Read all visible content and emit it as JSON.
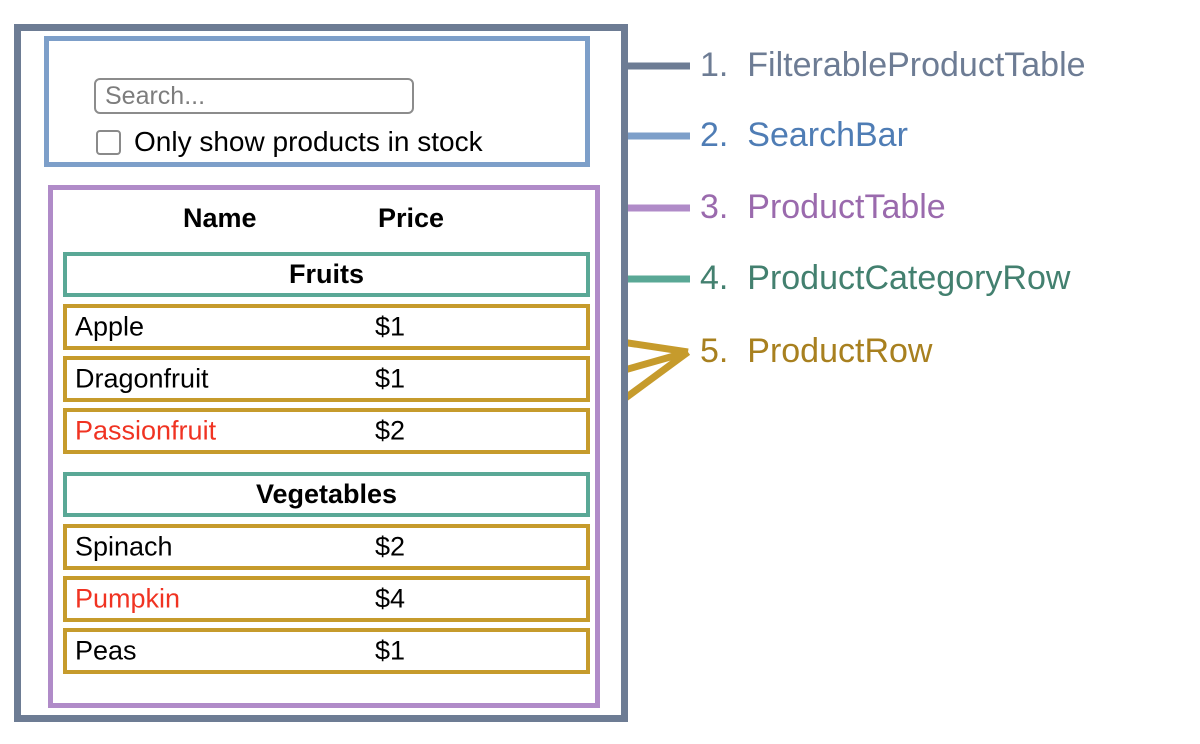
{
  "colors": {
    "outer": "#6d7c94",
    "search": "#7d9fc9",
    "table": "#b08bc8",
    "category": "#5aa896",
    "product": "#c69b2c",
    "out_of_stock_text": "#f03322",
    "text": "#000000",
    "placeholder": "#7d7d7d"
  },
  "search_bar": {
    "input_value": "",
    "input_placeholder": "Search...",
    "checkbox_label": "Only show products in stock",
    "checkbox_checked": false
  },
  "product_table": {
    "columns": [
      "Name",
      "Price"
    ],
    "sections": [
      {
        "category": "Fruits",
        "rows": [
          {
            "name": "Apple",
            "price": "$1",
            "in_stock": true
          },
          {
            "name": "Dragonfruit",
            "price": "$1",
            "in_stock": true
          },
          {
            "name": "Passionfruit",
            "price": "$2",
            "in_stock": false
          }
        ]
      },
      {
        "category": "Vegetables",
        "rows": [
          {
            "name": "Spinach",
            "price": "$2",
            "in_stock": true
          },
          {
            "name": "Pumpkin",
            "price": "$4",
            "in_stock": false
          },
          {
            "name": "Peas",
            "price": "$1",
            "in_stock": true
          }
        ]
      }
    ]
  },
  "legend": [
    {
      "number": "1.",
      "name": "FilterableProductTable",
      "color": "#6d7c94"
    },
    {
      "number": "2.",
      "name": "SearchBar",
      "color": "#7d9fc9"
    },
    {
      "number": "3.",
      "name": "ProductTable",
      "color": "#b08bc8"
    },
    {
      "number": "4.",
      "name": "ProductCategoryRow",
      "color": "#5aa896"
    },
    {
      "number": "5.",
      "name": "ProductRow",
      "color": "#c69b2c"
    }
  ]
}
